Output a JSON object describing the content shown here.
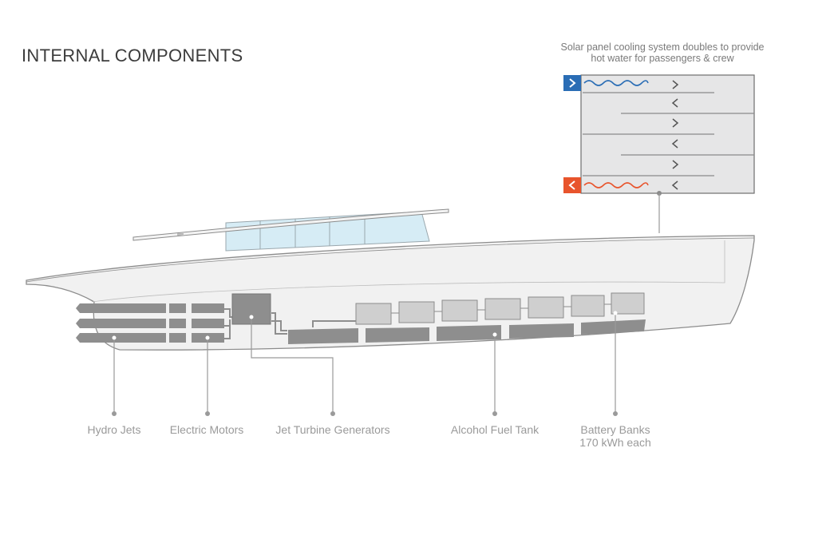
{
  "title": "INTERNAL COMPONENTS",
  "solar_note": {
    "line1": "Solar panel cooling system doubles to provide",
    "line2": "hot water for passengers & crew"
  },
  "components": [
    {
      "id": "hydro-jets",
      "label": "Hydro Jets"
    },
    {
      "id": "electric-motors",
      "label": "Electric Motors"
    },
    {
      "id": "jet-turbine-generators",
      "label": "Jet Turbine Generators"
    },
    {
      "id": "alcohol-fuel-tank",
      "label": "Alcohol Fuel Tank"
    },
    {
      "id": "battery-banks",
      "label": "Battery Banks",
      "sublabel": "170 kWh each"
    }
  ],
  "colors": {
    "cold_inlet": "#2a6db5",
    "hot_outlet": "#e8542c",
    "component_fill": "#8e8e8e",
    "battery_fill": "#cfcfcf",
    "hull_fill": "#f1f1f1",
    "window_fill": "#d6ecf5",
    "leader_line": "#9a9a9a"
  }
}
